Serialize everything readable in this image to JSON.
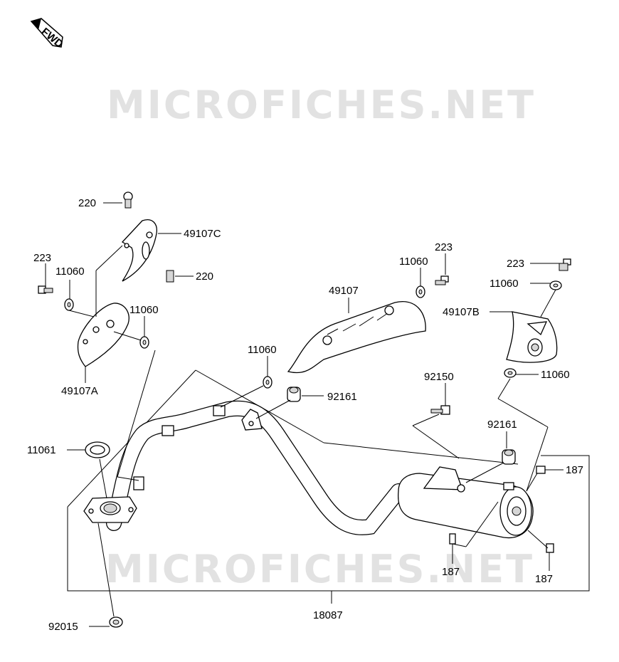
{
  "watermark": "MICROFICHES.NET",
  "fwd_badge": "FWD",
  "callouts": {
    "c220_top": "220",
    "c49107C": "49107C",
    "c220_mid": "220",
    "c223_left": "223",
    "c11060_left": "11060",
    "c11060_a": "11060",
    "c49107A": "49107A",
    "c11061": "11061",
    "c92015": "92015",
    "c11060_mid": "11060",
    "c49107": "49107",
    "c92161_a": "92161",
    "c11060_top": "11060",
    "c223_top": "223",
    "c92150": "92150",
    "c223_right": "223",
    "c11060_right": "11060",
    "c49107B": "49107B",
    "c11060_b": "11060",
    "c92161_b": "92161",
    "c187_right": "187",
    "c187_bottom": "187",
    "c187_lower_right": "187",
    "c18087": "18087"
  }
}
